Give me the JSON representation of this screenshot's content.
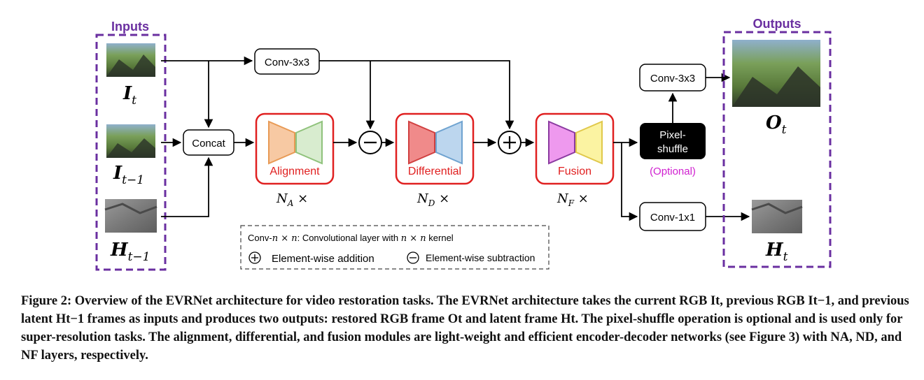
{
  "inputs": {
    "title": "Inputs",
    "items": [
      {
        "symbol": "I",
        "sub": "t"
      },
      {
        "symbol": "I",
        "sub": "t−1"
      },
      {
        "symbol": "H",
        "sub": "t−1"
      }
    ]
  },
  "outputs": {
    "title": "Outputs",
    "items": [
      {
        "symbol": "O",
        "sub": "t"
      },
      {
        "symbol": "H",
        "sub": "t"
      }
    ]
  },
  "blocks": {
    "concat": "Concat",
    "conv_top": "Conv-3x3",
    "conv_out": "Conv-3x3",
    "conv_1x1": "Conv-1x1",
    "pixel_shuffle_line1": "Pixel-",
    "pixel_shuffle_line2": "shuffle",
    "optional": "(Optional)"
  },
  "modules": [
    {
      "label": "Alignment",
      "count_sym": "N",
      "count_sub": "A",
      "count_suffix": " ×"
    },
    {
      "label": "Differential",
      "count_sym": "N",
      "count_sub": "D",
      "count_suffix": " ×"
    },
    {
      "label": "Fusion",
      "count_sym": "N",
      "count_sub": "F",
      "count_suffix": " ×"
    }
  ],
  "ops": {
    "subtract": "−",
    "add": "+"
  },
  "legend": {
    "conv_prefix": "Conv-",
    "conv_n": "n × n",
    "conv_desc": ": Convolutional layer with",
    "conv_n2": "n × n",
    "conv_suffix": "kernel",
    "addition": "Element-wise addition",
    "subtraction": "Element-wise subtraction"
  },
  "caption": "Figure 2: Overview of the EVRNet architecture for video restoration tasks. The EVRNet architecture takes the current RGB It, previous RGB It−1, and previous latent Ht−1 frames as inputs and produces two outputs: restored RGB frame Ot and latent frame Ht. The pixel-shuffle operation is optional and is used only for super-resolution tasks. The alignment, differential, and fusion modules are light-weight and efficient encoder-decoder networks (see Figure 3) with NA, ND, and NF layers, respectively.",
  "colors": {
    "dashed_border": "#6a2fa0",
    "module_border": "#e02020",
    "optional_text": "#d020d0",
    "align_enc": "#f7c9a3",
    "align_dec": "#d8eccf",
    "diff_enc": "#f08a8a",
    "diff_dec": "#bcd6ee",
    "fusion_enc": "#ee99ee",
    "fusion_dec": "#fbf3a2",
    "frame_sky": "#7fa0c0",
    "frame_green": "#6f9a4a",
    "frame_dark": "#3b3f36",
    "latent_gray": "#8a8a8a"
  }
}
